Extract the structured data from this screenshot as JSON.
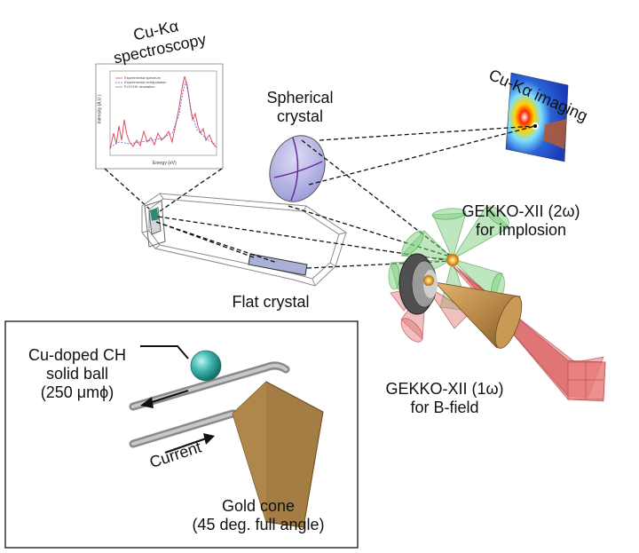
{
  "labels": {
    "cu_ka_spectroscopy": [
      "Cu-Kα",
      "spectroscopy"
    ],
    "spherical_crystal": [
      "Spherical",
      "crystal"
    ],
    "cu_ka_imaging": "Cu-Kα imaging",
    "gekko_2w": [
      "GEKKO-XII (2ω)",
      "for implosion"
    ],
    "flat_crystal": "Flat crystal",
    "gekko_1w": [
      "GEKKO-XII (1ω)",
      "for B-field"
    ],
    "cu_doped": [
      "Cu-doped CH",
      "solid ball",
      "(250 μmϕ)"
    ],
    "current": "Current",
    "gold_cone": [
      "Gold cone",
      "(45 deg. full angle)"
    ]
  },
  "spectrum_inset": {
    "legend": [
      "Experimental spectrum",
      "Experimental extrapolation",
      "FLYCHK simulation"
    ],
    "x_label": "Energy (eV)",
    "y_label": "Intensity (A.U.)"
  },
  "colors": {
    "laser_2w": "#8fd48f",
    "laser_1w": "#e07070",
    "gold": "#b8894a",
    "crystal": "#b3b3e6",
    "ball": "#3fb8b0"
  }
}
